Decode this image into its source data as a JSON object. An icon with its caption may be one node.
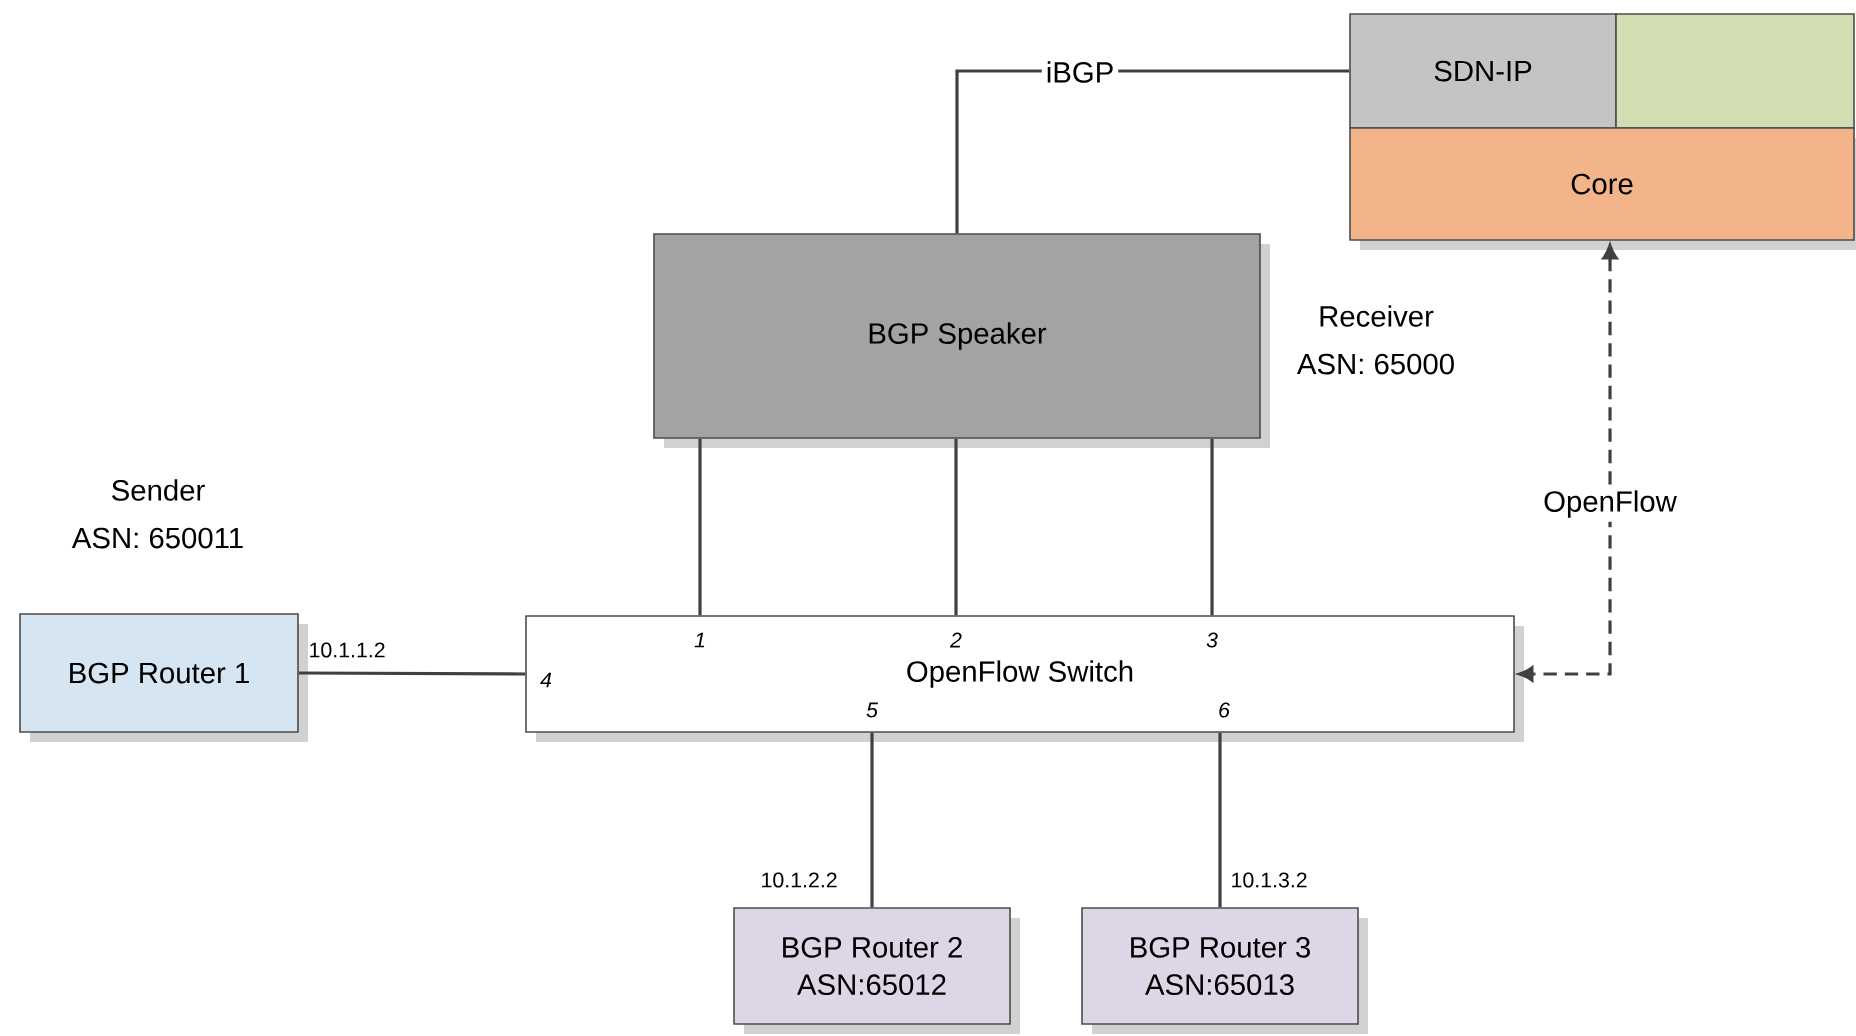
{
  "diagram": {
    "nodes": [
      {
        "text": [
          "SDN-IP"
        ]
      },
      {
        "text": [],
        "shape": "box"
      },
      {
        "text": [
          "Core"
        ]
      },
      {
        "text": [
          "BGP Speaker"
        ]
      },
      {
        "text": [
          "OpenFlow Switch"
        ]
      },
      {
        "text": [
          "BGP Router 1"
        ]
      },
      {
        "text": [
          "BGP Router 2",
          "ASN:65012"
        ]
      },
      {
        "text": [
          "BGP Router 3",
          "ASN:65013"
        ]
      }
    ],
    "edges": [
      {
        "from": 3,
        "to": 0,
        "arrow": "none",
        "label": "iBGP"
      },
      {
        "from": 3,
        "to": 4,
        "arrow": "none"
      },
      {
        "from": 3,
        "to": 4,
        "arrow": "none"
      },
      {
        "from": 3,
        "to": 4,
        "arrow": "none"
      },
      {
        "from": 5,
        "to": 4,
        "arrow": "none"
      },
      {
        "from": 4,
        "to": 6,
        "arrow": "none"
      },
      {
        "from": 4,
        "to": 7,
        "arrow": "none"
      },
      {
        "from": 2,
        "to": 4,
        "arrow": "both",
        "label": "OpenFlow",
        "style": "dashed"
      }
    ],
    "labels": [
      "Receiver",
      "ASN: 65000",
      "Sender",
      "ASN: 650011",
      "1",
      "2",
      "3",
      "10.1.1.2",
      "4",
      "5",
      "6",
      "10.1.2.2",
      "10.1.3.2"
    ]
  }
}
